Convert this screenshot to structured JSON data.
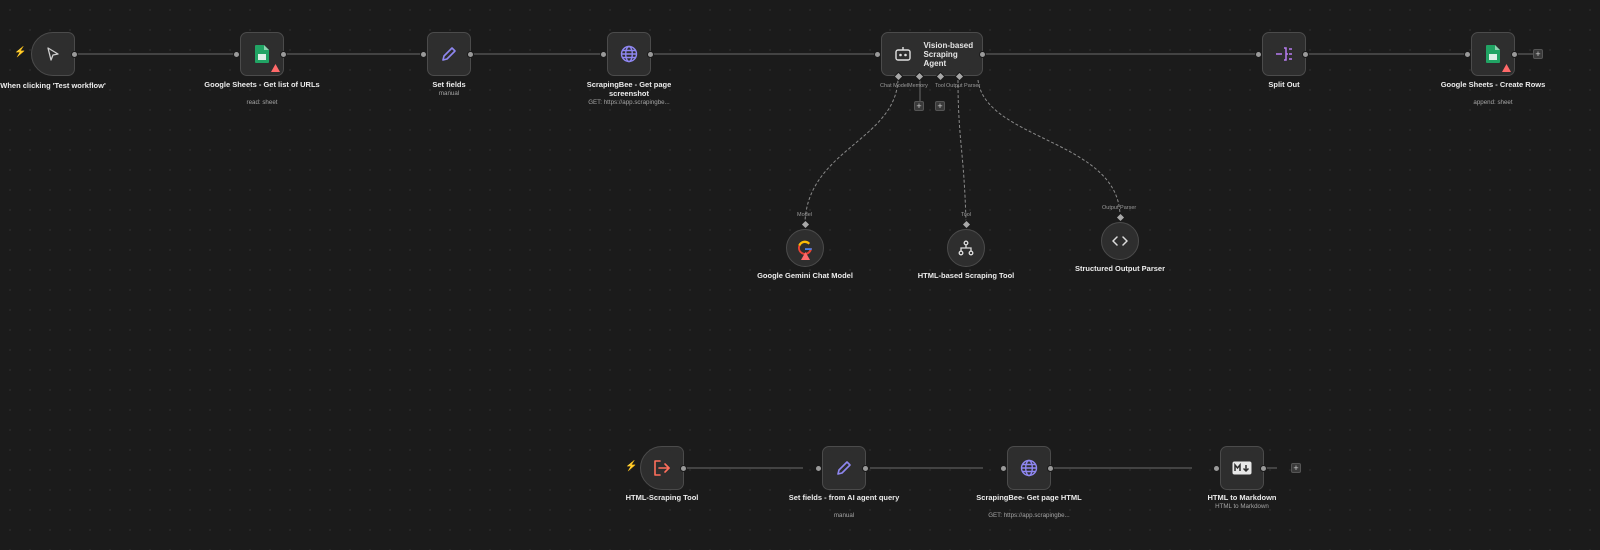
{
  "workflow": {
    "nodes": {
      "trigger": {
        "title": "When clicking 'Test workflow'",
        "icon": "cursor-icon"
      },
      "sheets_get": {
        "title": "Google Sheets - Get list of URLs",
        "subtitle": "read: sheet",
        "icon": "google-sheets-icon"
      },
      "set_fields": {
        "title": "Set fields",
        "subtitle": "manual",
        "icon": "pencil-icon"
      },
      "scrapingbee_screenshot": {
        "title": "ScrapingBee - Get page screenshot",
        "subtitle": "GET: https://app.scrapingbe...",
        "icon": "globe-icon"
      },
      "agent": {
        "title": "Vision-based Scraping Agent",
        "icon": "robot-icon"
      },
      "split_out": {
        "title": "Split Out",
        "icon": "split-icon"
      },
      "sheets_create": {
        "title": "Google Sheets - Create Rows",
        "subtitle": "append: sheet",
        "icon": "google-sheets-icon"
      },
      "gemini": {
        "title": "Google Gemini Chat Model",
        "icon": "google-g-icon"
      },
      "html_tool": {
        "title": "HTML-based Scraping Tool",
        "icon": "sitemap-icon"
      },
      "output_parser": {
        "title": "Structured Output Parser",
        "icon": "code-brackets-icon"
      },
      "exec_trigger": {
        "title": "HTML-Scraping Tool",
        "icon": "sign-in-icon"
      },
      "set_fields_agent": {
        "title": "Set fields - from AI agent query",
        "subtitle": "manual",
        "icon": "pencil-icon"
      },
      "scrapingbee_html": {
        "title": "ScrapingBee- Get page HTML",
        "subtitle": "GET: https://app.scrapingbe...",
        "icon": "globe-icon"
      },
      "html_markdown": {
        "title": "HTML to Markdown",
        "subtitle": "HTML to Markdown",
        "icon": "markdown-icon"
      }
    },
    "agent_ports": {
      "chat_model": "Chat Model",
      "memory": "Memory",
      "tool": "Tool",
      "output_parser": "Output Parser"
    },
    "sub_ports": {
      "model": "Model",
      "tool": "Tool",
      "output_parser": "Output Parser"
    },
    "plus_sign": "+"
  },
  "colors": {
    "background": "#1b1b1b",
    "node": "#2e2e2e",
    "trigger_bolt": "#ff6f5c",
    "sheets_green": "#21a464",
    "accent_purple": "#8f87f1",
    "warning_red": "#ff6a6a"
  }
}
